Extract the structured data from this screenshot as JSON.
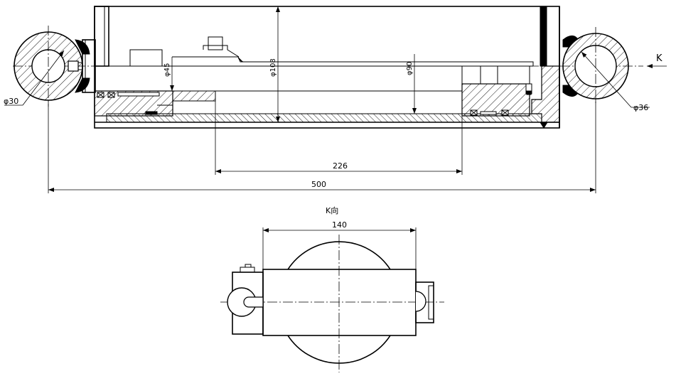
{
  "dimensions": {
    "eye_left_dia": "φ30",
    "eye_right_dia": "φ36",
    "rod_dia": "φ45",
    "bore_dia": "φ108",
    "piston_rod_dia": "φ90",
    "stroke": "226",
    "overall_length": "500",
    "flange_width": "140"
  },
  "labels": {
    "view_arrow": "K",
    "view_title": "K向"
  }
}
